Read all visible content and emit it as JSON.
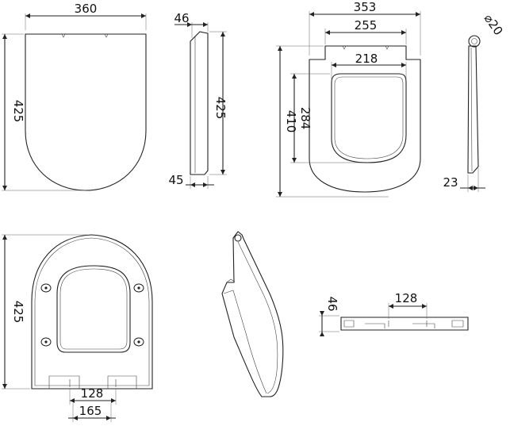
{
  "drawing": {
    "top_view": {
      "width": "360",
      "height": "425"
    },
    "side_view": {
      "thickness_top": "46",
      "thickness_bottom": "45",
      "height": "425"
    },
    "open_seat_view": {
      "overall_width": "353",
      "hinge_width": "255",
      "opening_width": "218",
      "opening_height": "284",
      "height": "410"
    },
    "profile_view": {
      "diameter": "⌀20",
      "thickness": "23"
    },
    "underside_view": {
      "height": "425",
      "hinge_spacing": "128",
      "hinge_outer": "165"
    },
    "hinge_detail": {
      "height": "46",
      "spacing": "128"
    }
  }
}
